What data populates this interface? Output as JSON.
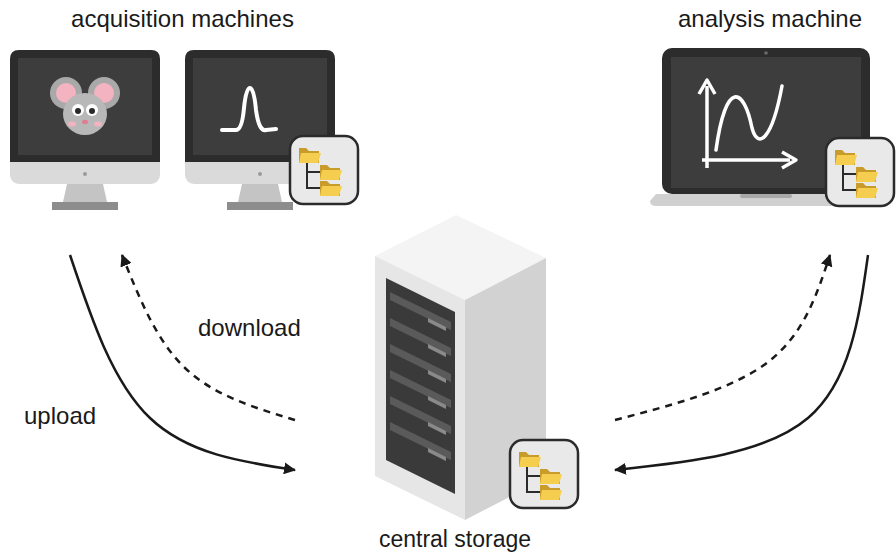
{
  "diagram": {
    "nodes": [
      {
        "text": [
          "acquisition machines"
        ]
      },
      {
        "text": [
          "analysis machine"
        ]
      },
      {
        "text": [
          "central storage"
        ]
      }
    ],
    "edges": [
      {
        "from": 0,
        "to": 2,
        "arrow": "to",
        "label": "upload"
      },
      {
        "from": 2,
        "to": 0,
        "arrow": "to",
        "label": "download"
      },
      {
        "from": 1,
        "to": 2,
        "arrow": "to"
      },
      {
        "from": 2,
        "to": 1,
        "arrow": "to"
      }
    ]
  }
}
